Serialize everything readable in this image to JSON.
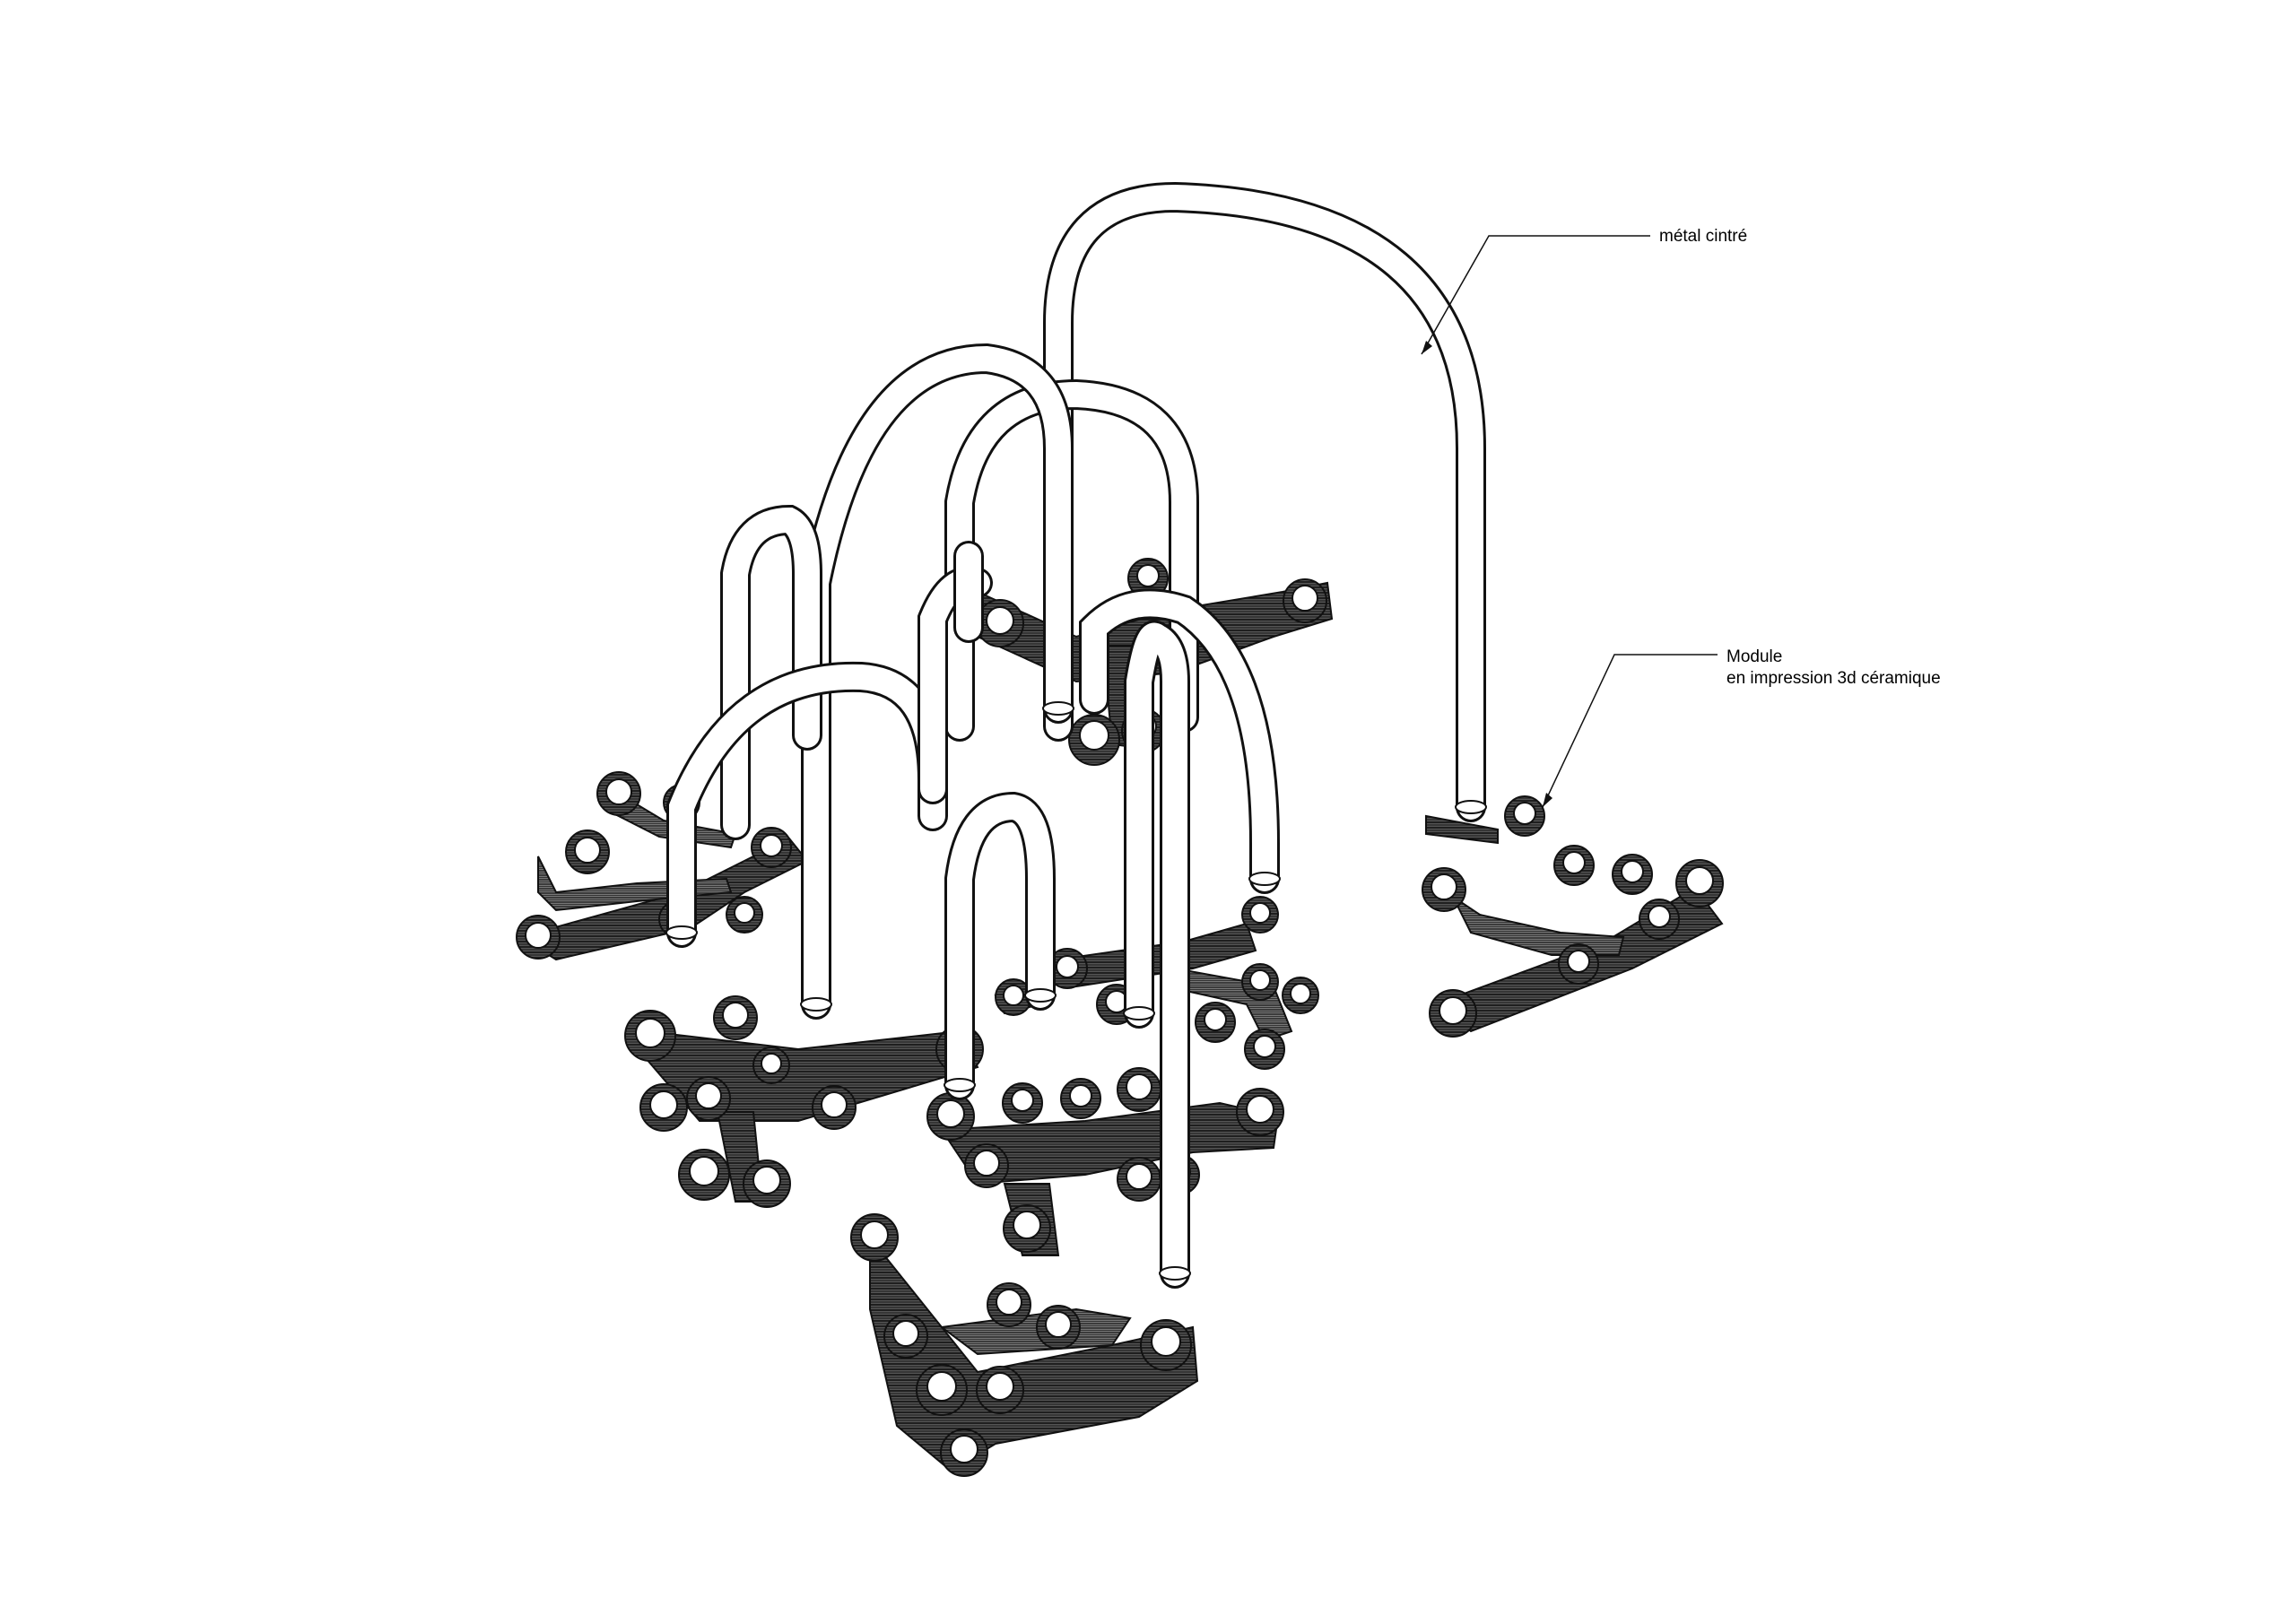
{
  "annotations": {
    "metal": {
      "text": "métal cintré"
    },
    "module": {
      "line1": "Module",
      "line2": "en impression 3d céramique"
    }
  },
  "colors": {
    "background": "#ffffff",
    "ink": "#111111",
    "ceramic_dark": "#3a3a3a",
    "ceramic_mid": "#6a6a6a",
    "tube_fill": "#ffffff"
  },
  "modules": [
    {
      "id": "m1"
    },
    {
      "id": "m2"
    },
    {
      "id": "m3"
    },
    {
      "id": "m4"
    },
    {
      "id": "m5"
    },
    {
      "id": "m6"
    },
    {
      "id": "m7"
    },
    {
      "id": "m8"
    }
  ],
  "arches": [
    {
      "id": "a1"
    },
    {
      "id": "a2"
    },
    {
      "id": "a3"
    },
    {
      "id": "a4"
    },
    {
      "id": "a5"
    },
    {
      "id": "a6"
    },
    {
      "id": "a7"
    },
    {
      "id": "a8"
    },
    {
      "id": "a9"
    },
    {
      "id": "a10"
    }
  ]
}
